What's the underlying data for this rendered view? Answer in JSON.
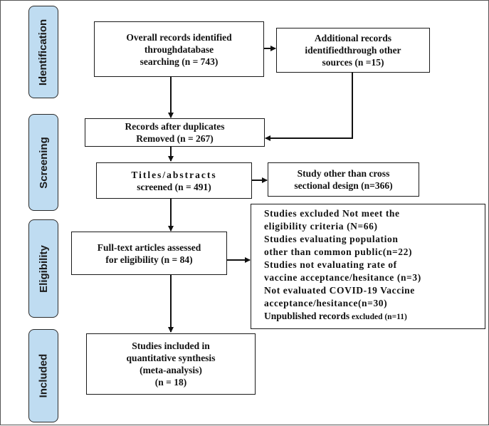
{
  "stages": {
    "identification": "Identification",
    "screening": "Screening",
    "eligibility": "Eligibility",
    "included": "Included"
  },
  "boxes": {
    "database": [
      "Overall records identified",
      "throughdatabase",
      "searching (n = 743)"
    ],
    "additional": [
      "Additional records",
      "identifiedthrough other",
      "sources (n =15)"
    ],
    "duplicates": [
      "Records after duplicates",
      "Removed (n = 267)"
    ],
    "titles": [
      "Titles/abstracts",
      "screened (n = 491)"
    ],
    "study_other": [
      "Study other than cross",
      "sectional design (n=366)"
    ],
    "fulltext": [
      "Full-text articles assessed",
      "for eligibility (n = 84)"
    ],
    "included": [
      "Studies included in",
      "quantitative synthesis",
      "(meta-analysis)",
      "(n = 18)"
    ]
  },
  "exclusions": {
    "lines": [
      "Studies excluded Not meet the",
      "eligibility criteria (N=66)",
      "Studies evaluating population",
      "other than common public(n=22)",
      "Studies not evaluating rate of",
      "vaccine acceptance/hesitance (n=3)",
      "Not evaluated COVID-19 Vaccine",
      "acceptance/hesitance(n=30)"
    ],
    "last_main": "Unpublished records",
    "last_tail": " excluded (n=11)"
  }
}
